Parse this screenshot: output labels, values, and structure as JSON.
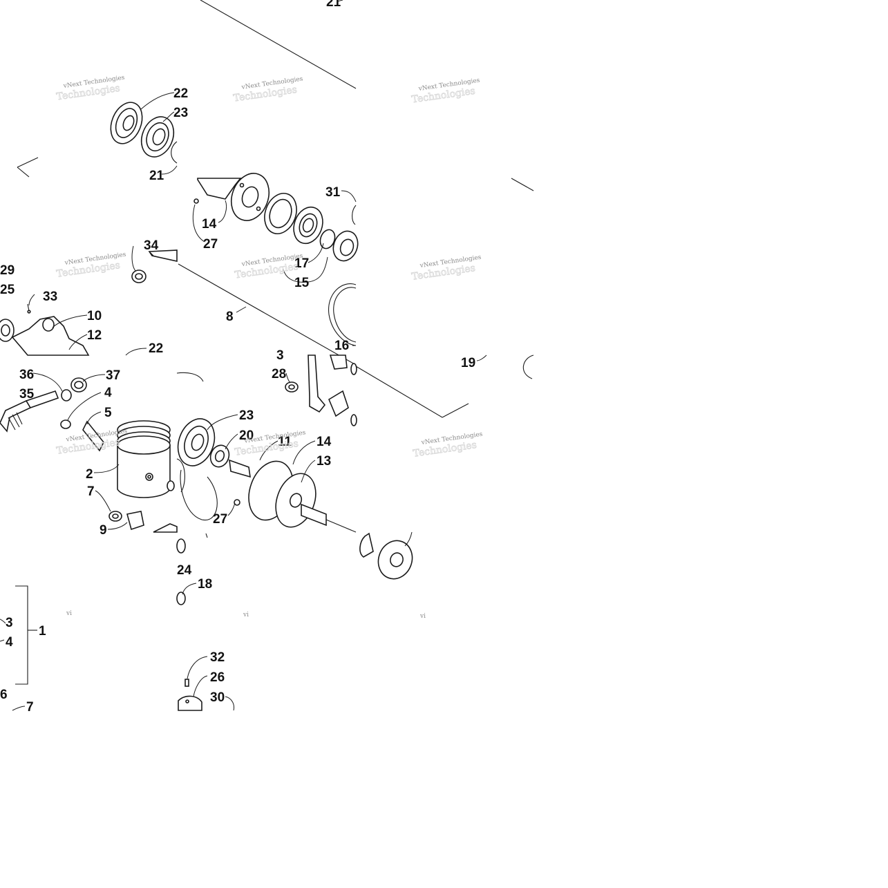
{
  "callouts": [
    "1",
    "2",
    "3",
    "4",
    "5",
    "6",
    "7",
    "8",
    "9",
    "10",
    "11",
    "12",
    "13",
    "14",
    "15",
    "16",
    "17",
    "18",
    "19",
    "20",
    "21",
    "22",
    "23",
    "24",
    "25",
    "26",
    "27",
    "28",
    "29",
    "30",
    "31",
    "32",
    "33",
    "34",
    "35",
    "36",
    "37"
  ],
  "watermark": {
    "line1": "vNext Technologies",
    "line2": "Technologies",
    "partial": "vi"
  },
  "colors": {
    "line": "#1a1a1a",
    "watermark": "#8a8a8a",
    "background": "#ffffff"
  }
}
